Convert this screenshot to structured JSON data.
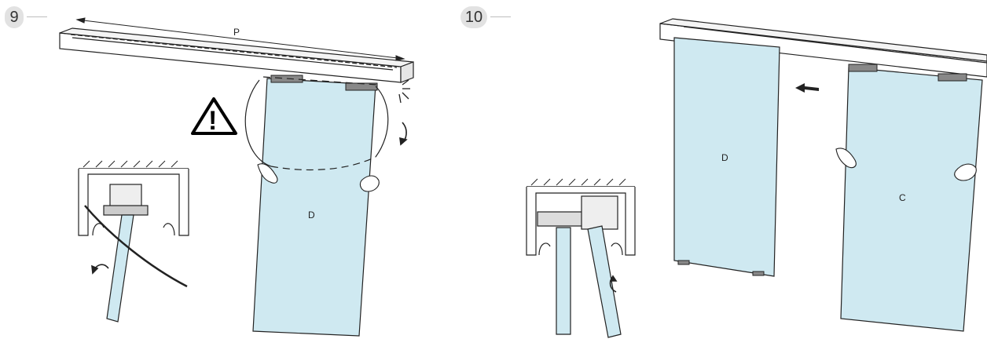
{
  "step9": {
    "number": "9",
    "dimension_label": "P",
    "door_label": "D",
    "warning_mark": "!"
  },
  "step10": {
    "number": "10",
    "door_left_label": "D",
    "door_right_label": "C"
  },
  "colors": {
    "glass": "#cfe9f1",
    "line": "#222222",
    "badge": "#e2e2e2"
  }
}
